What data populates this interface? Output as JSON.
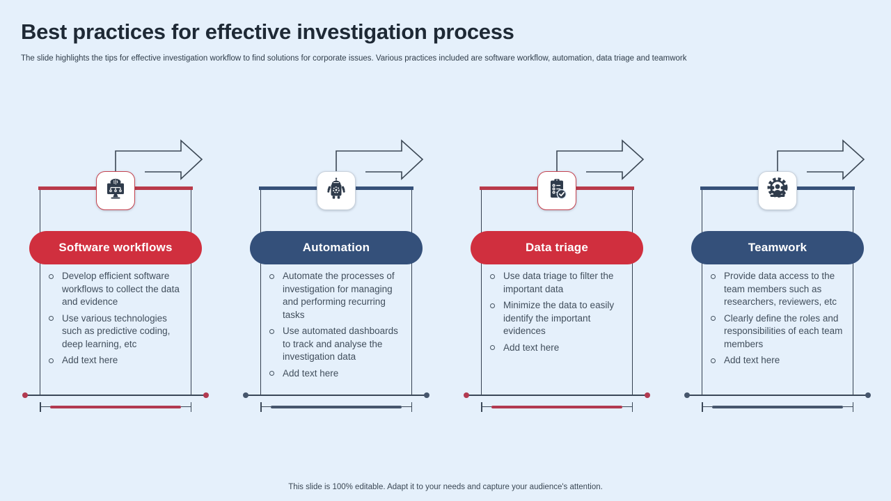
{
  "slide": {
    "title": "Best practices for effective investigation process",
    "subtitle": "The slide highlights the tips for effective investigation workflow to find solutions for corporate issues. Various practices included are software workflow, automation, data triage and teamwork",
    "footer": "This slide is 100% editable. Adapt it to your needs and capture your audience's attention."
  },
  "colors": {
    "background": "#e5f0fb",
    "red": "#d02f3e",
    "red_bar": "#b93a4a",
    "red_dark": "#b23a50",
    "navy": "#34507a",
    "navy_bar": "#365179",
    "navy_dark": "#46566c",
    "icon_box_border_red": "#c4414e",
    "icon_box_border_gray": "#c9d2dc",
    "ink": "#2f3b4b",
    "line": "#3a4757",
    "title_text": "#1e2935",
    "body_text": "#414e5c"
  },
  "columns": [
    {
      "id": "software-workflows",
      "label": "Software workflows",
      "accent": "red",
      "icon": "monitor-workflow-icon",
      "bullets": [
        "Develop efficient software workflows to collect the data and evidence",
        "Use various technologies such as predictive coding, deep learning, etc",
        "Add text here"
      ]
    },
    {
      "id": "automation",
      "label": "Automation",
      "accent": "navy",
      "icon": "robot-icon",
      "bullets": [
        "Automate the processes of investigation for managing and performing recurring tasks",
        "Use automated dashboards to track and analyse the investigation data",
        "Add text here"
      ]
    },
    {
      "id": "data-triage",
      "label": "Data triage",
      "accent": "red",
      "icon": "clipboard-check-icon",
      "bullets": [
        "Use data triage to filter the important data",
        "Minimize the data to easily identify the important evidences",
        "Add text here"
      ]
    },
    {
      "id": "teamwork",
      "label": "Teamwork",
      "accent": "navy",
      "icon": "team-gear-icon",
      "bullets": [
        "Provide data access to the team members such as researchers, reviewers, etc",
        "Clearly define the roles and responsibilities of each team members",
        "Add text here"
      ]
    }
  ]
}
